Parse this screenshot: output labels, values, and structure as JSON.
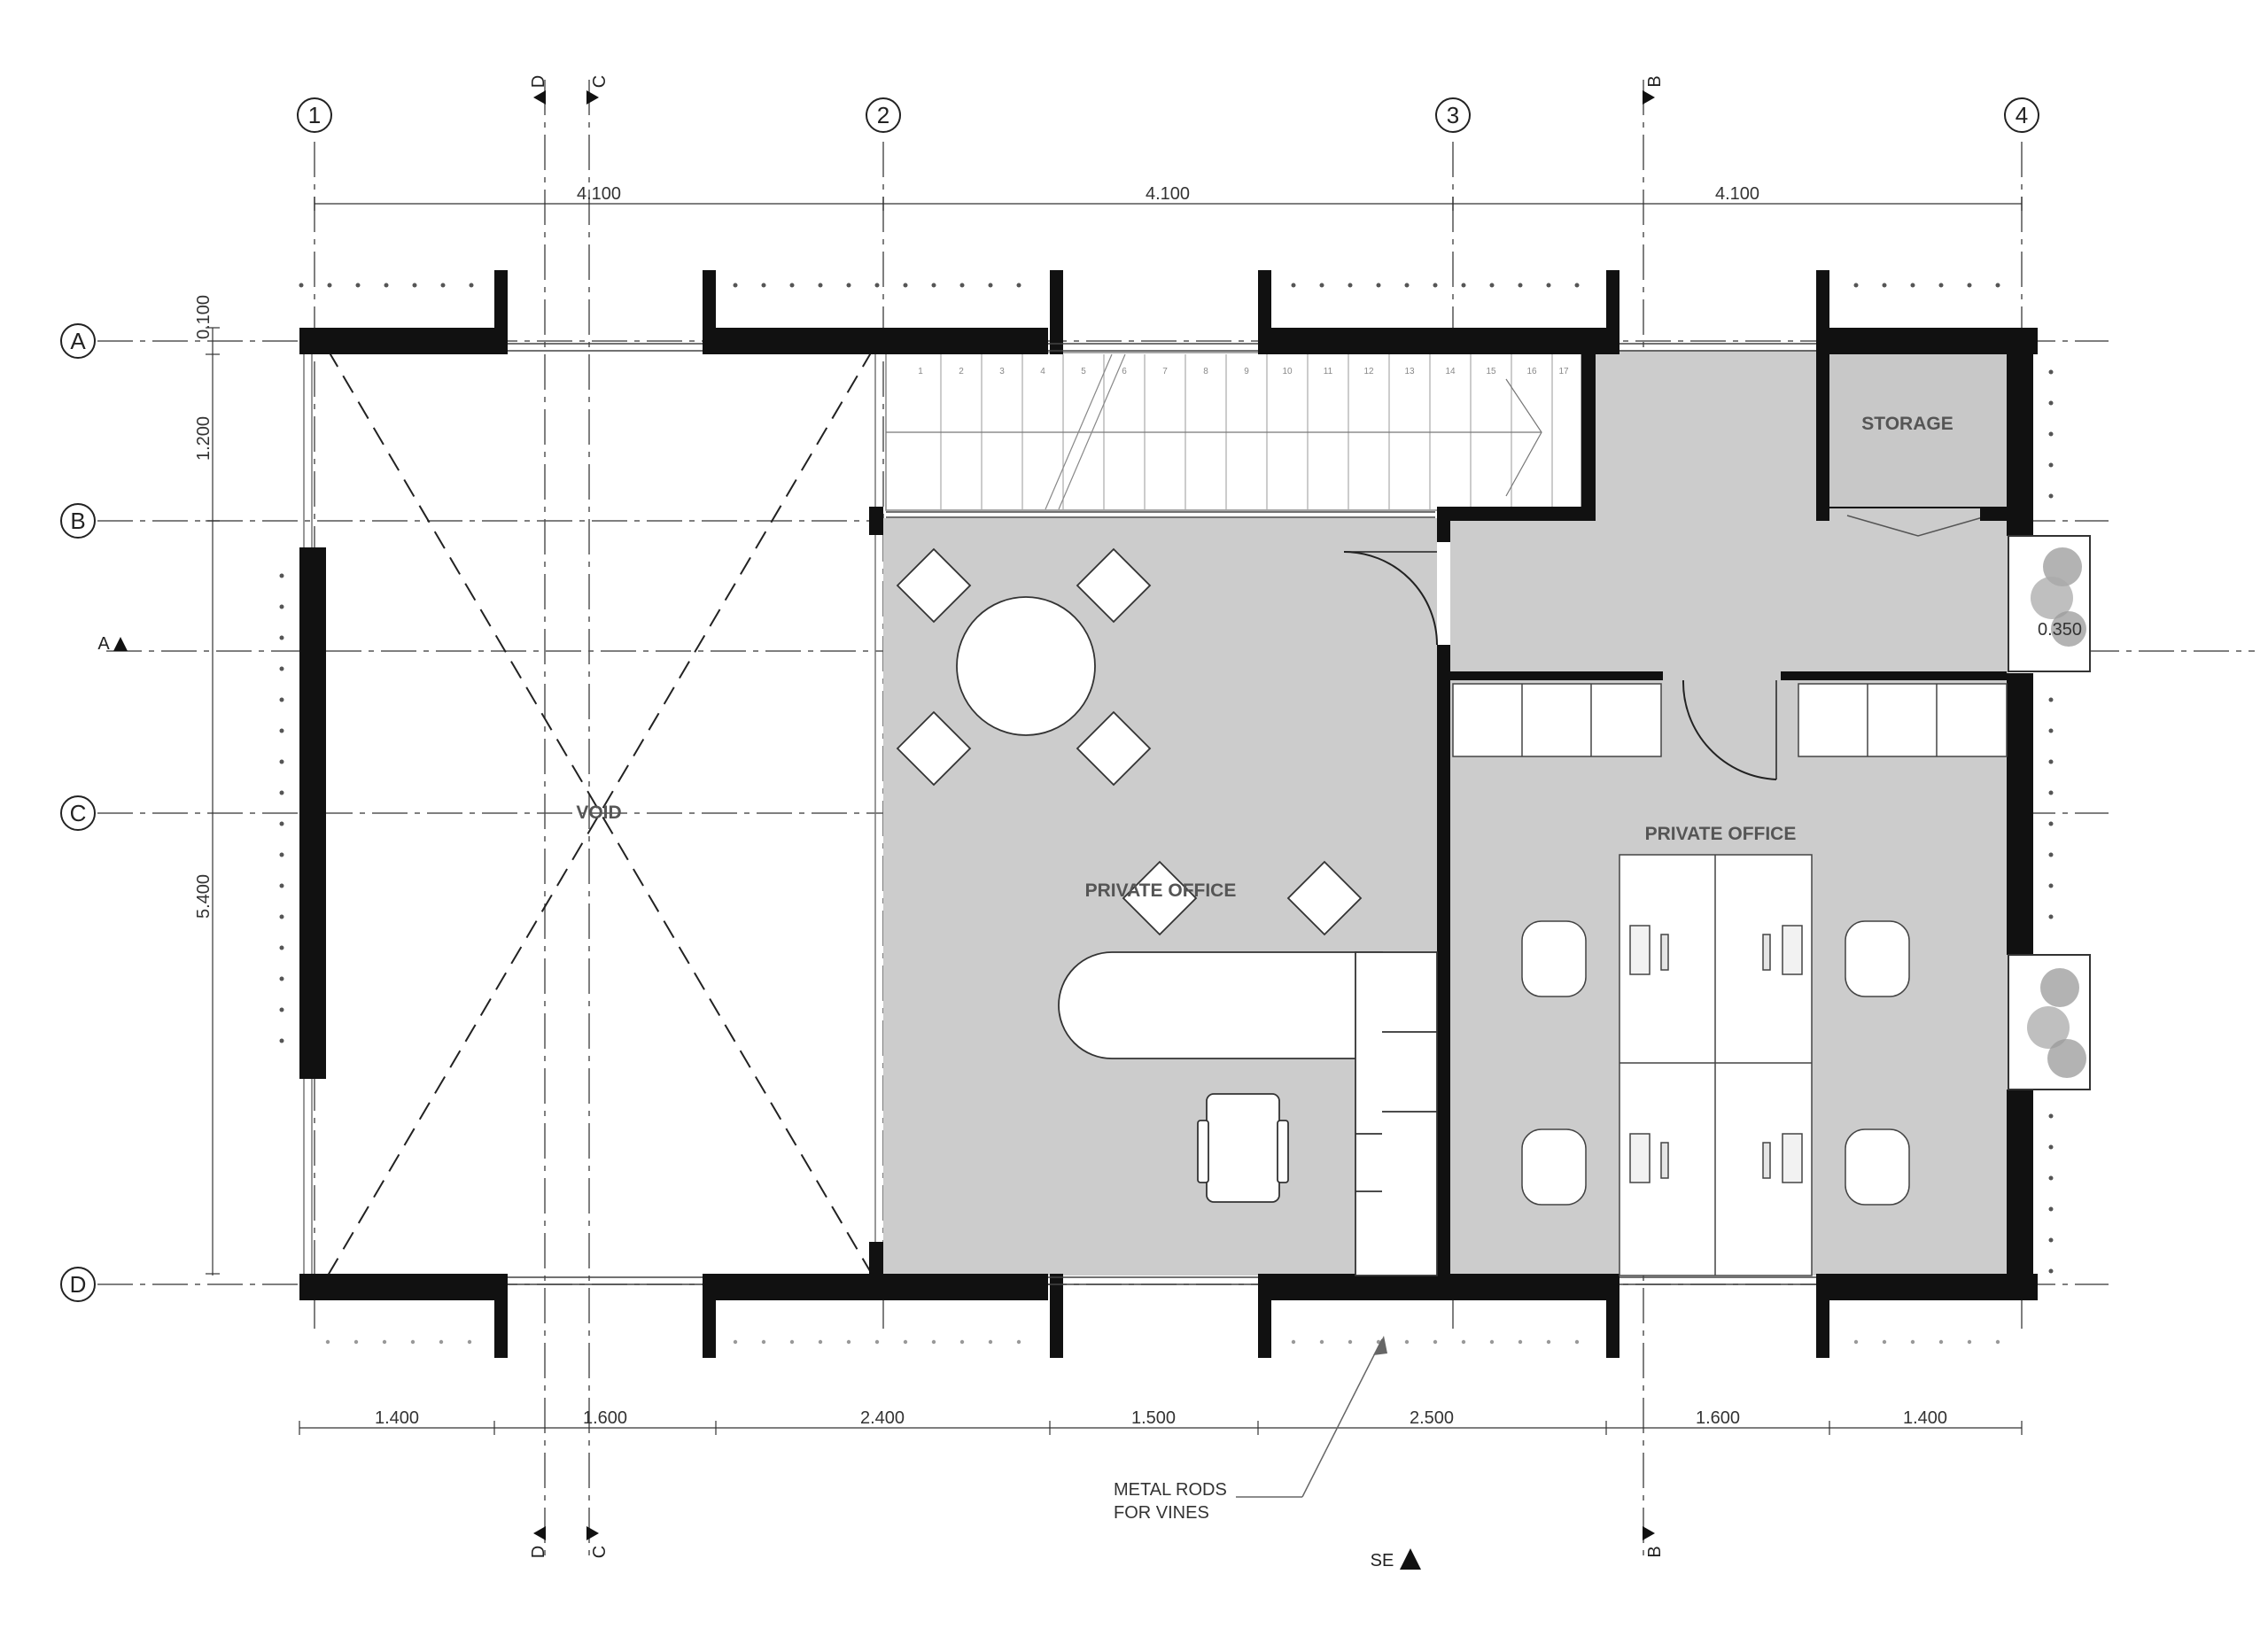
{
  "grid": {
    "columns": [
      "1",
      "2",
      "3",
      "4"
    ],
    "rows": [
      "A",
      "B",
      "C",
      "D"
    ]
  },
  "dimensions": {
    "top": [
      "4.100",
      "4.100",
      "4.100"
    ],
    "bottom": [
      "1.400",
      "1.600",
      "2.400",
      "1.500",
      "2.500",
      "1.600",
      "1.400"
    ],
    "left": [
      "0.100",
      "1.200",
      "5.400"
    ],
    "right": "0.350"
  },
  "rooms": {
    "void": "VOID",
    "office_left": "PRIVATE OFFICE",
    "office_right": "PRIVATE OFFICE",
    "storage": "STORAGE"
  },
  "annotation": {
    "line1": "METAL RODS",
    "line2": "FOR VINES"
  },
  "section_marks": {
    "a": "A",
    "b": "B",
    "c": "C",
    "d": "D",
    "se": "SE"
  },
  "stair_steps": [
    "1",
    "2",
    "3",
    "4",
    "5",
    "6",
    "7",
    "8",
    "9",
    "10",
    "11",
    "12",
    "13",
    "14",
    "15",
    "16",
    "17"
  ],
  "colors": {
    "wall": "#111111",
    "floor": "#cccccc",
    "line": "#333333",
    "furniture": "#ffffff"
  }
}
